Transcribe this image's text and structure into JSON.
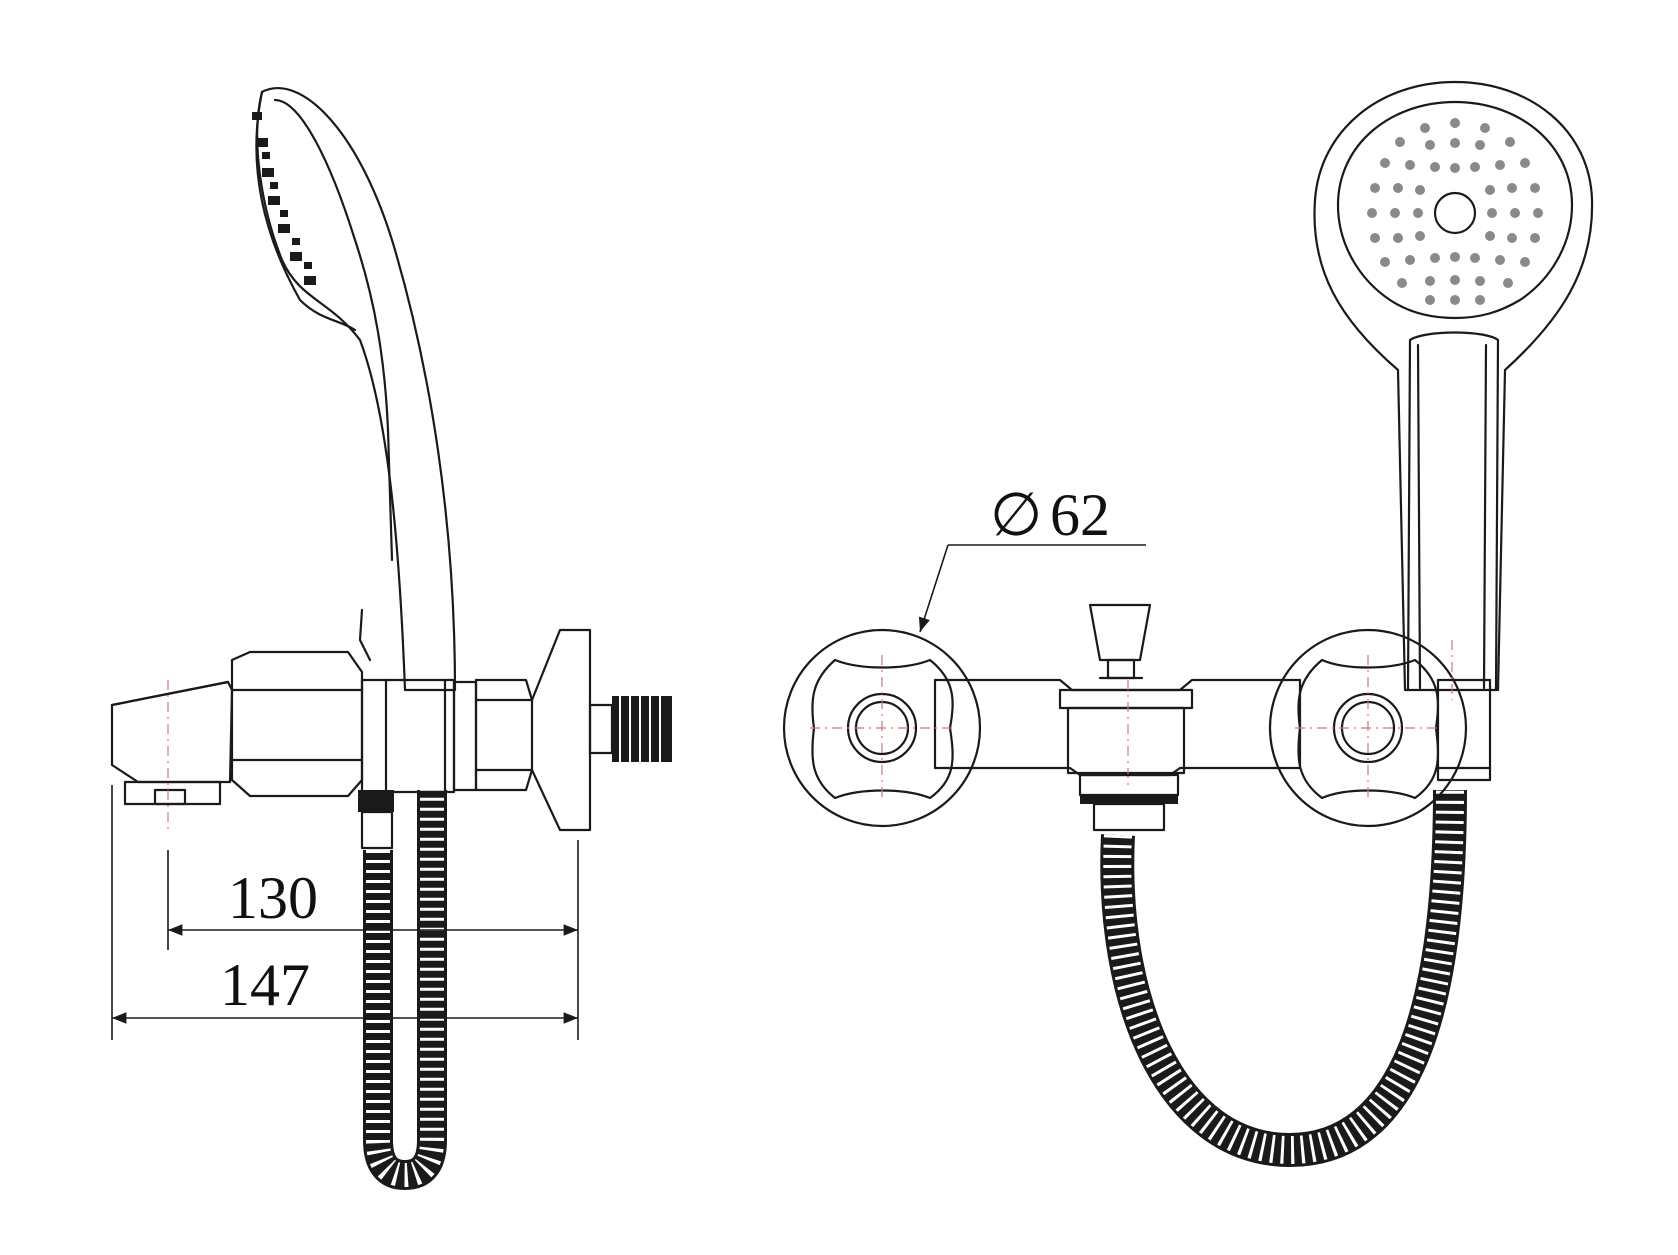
{
  "dimensions": {
    "depth_to_outlet": "130",
    "overall_depth": "147",
    "knob_diameter": "62",
    "diameter_symbol": "∅"
  },
  "colors": {
    "line": "#1a1a1a",
    "centerline": "#c87a7a",
    "background": "#ffffff"
  }
}
